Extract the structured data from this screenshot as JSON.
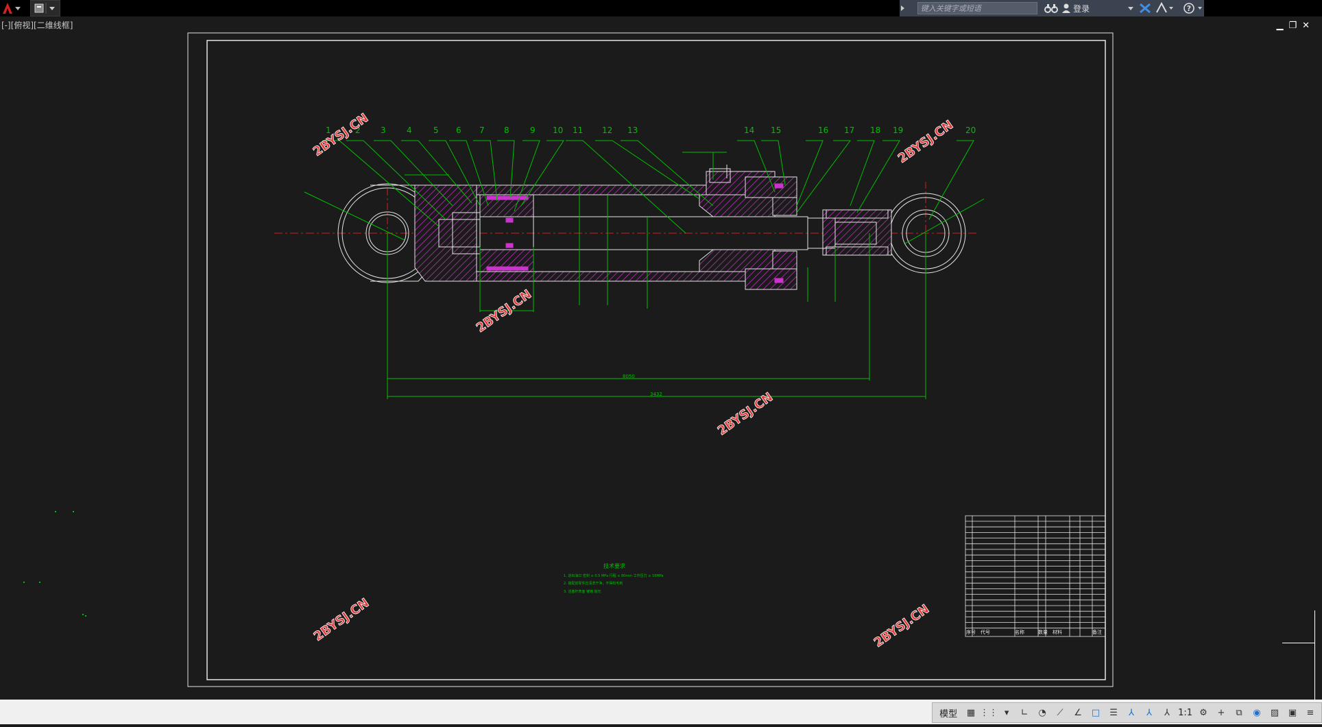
{
  "title_bar": {
    "search_placeholder": "键入关键字或短语",
    "login_label": "登录"
  },
  "viewport": {
    "label": "[-][俯视][二维线框]"
  },
  "drawing": {
    "balloon_numbers": [
      "1",
      "2",
      "3",
      "4",
      "5",
      "6",
      "7",
      "8",
      "9",
      "10",
      "11",
      "12",
      "13",
      "14",
      "15",
      "16",
      "17",
      "18",
      "19",
      "20"
    ],
    "watermark": "2BYSJ.CN",
    "dim_inner": "8050",
    "dim_outer": "3432",
    "notes_title": "技术要求",
    "notes": [
      "1. 进出油口 密封 ≤ 0.5 MPa 行程 ≤ 80mm 工作压力 ≥ 16MPa",
      "2. 装配前零件应清洗干净，不得有毛刺",
      "3. 活塞杆表面 镀铬 抛光"
    ],
    "title_block_headers": [
      "序号",
      "代号",
      "名称",
      "数量",
      "材料",
      "备注"
    ]
  },
  "status_bar": {
    "model_label": "模型",
    "scale_label": "1:1"
  },
  "colors": {
    "background": "#1b1b1b",
    "green": "#00c000",
    "magenta": "#cc33cc",
    "white": "#e6e6e6",
    "red": "#d22222",
    "watermark": "#e23a3a"
  }
}
